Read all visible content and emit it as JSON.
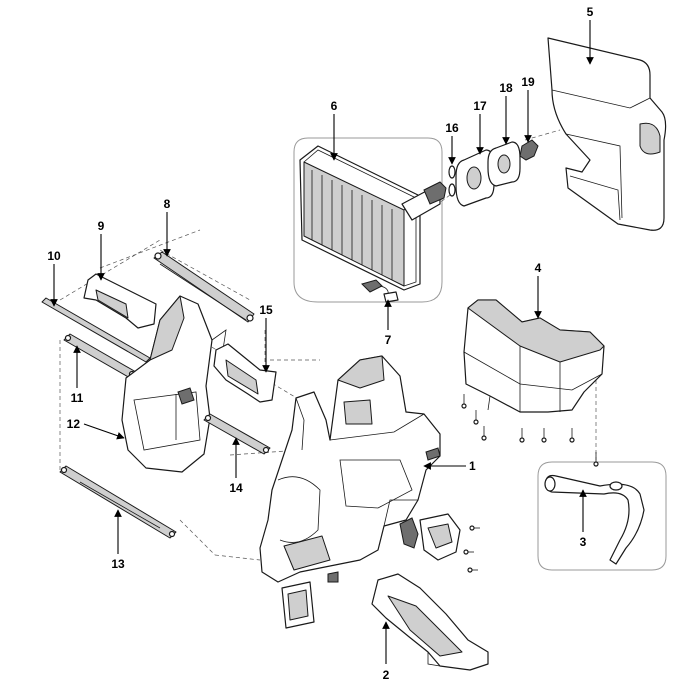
{
  "callouts": [
    {
      "id": "1",
      "text": "1"
    },
    {
      "id": "2",
      "text": "2"
    },
    {
      "id": "3",
      "text": "3"
    },
    {
      "id": "4",
      "text": "4"
    },
    {
      "id": "5",
      "text": "5"
    },
    {
      "id": "6",
      "text": "6"
    },
    {
      "id": "7",
      "text": "7"
    },
    {
      "id": "8",
      "text": "8"
    },
    {
      "id": "9",
      "text": "9"
    },
    {
      "id": "10",
      "text": "10"
    },
    {
      "id": "11",
      "text": "11"
    },
    {
      "id": "12",
      "text": "12"
    },
    {
      "id": "13",
      "text": "13"
    },
    {
      "id": "14",
      "text": "14"
    },
    {
      "id": "15",
      "text": "15"
    },
    {
      "id": "16",
      "text": "16"
    },
    {
      "id": "17",
      "text": "17"
    },
    {
      "id": "18",
      "text": "18"
    },
    {
      "id": "19",
      "text": "19"
    }
  ],
  "colors": {
    "line": "#1a1a1a",
    "shade": "#cfcfcf",
    "dark": "#6e6e6e",
    "group_frame": "#9a9a9a"
  }
}
